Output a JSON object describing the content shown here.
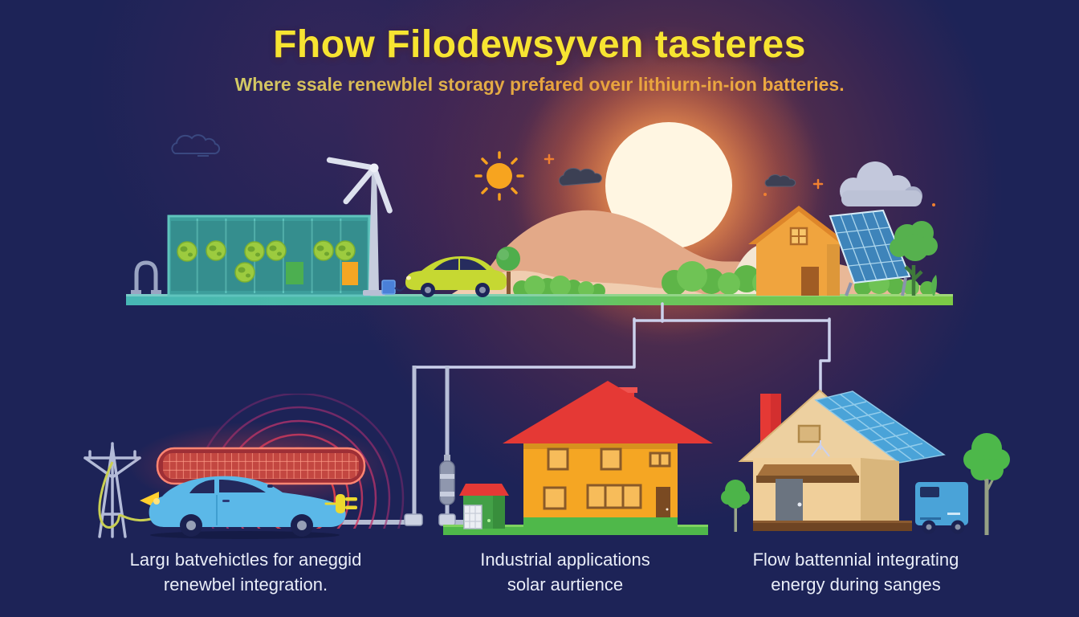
{
  "infographic": {
    "title": "Fhow Filodewsyven tasteres",
    "subtitle": "Where ssale renewblel storagy prefared oveır lithiurn-in-ion batteries.",
    "captions": [
      {
        "id": "left",
        "lines": [
          "Largı batvehictles for aneggid",
          "renewbel integration."
        ]
      },
      {
        "id": "middle",
        "lines": [
          "Industrial applications",
          "solar aurtience"
        ]
      },
      {
        "id": "right",
        "lines": [
          "Flow battennial integrating",
          "energy during sanges"
        ]
      }
    ],
    "icons": [
      "battery-container-icon",
      "wind-turbine-icon",
      "ev-charger-box-icon",
      "lime-car-icon",
      "sun-icon",
      "big-sun",
      "cloud-icon",
      "orange-house-icon",
      "solar-array-icon",
      "tree-icon",
      "transmission-tower-icon",
      "charging-cable",
      "radiator-grid-icon",
      "ev-car-blue-icon",
      "plug-icon",
      "battery-shed-icon",
      "yellow-house-icon",
      "solar-house-icon",
      "delivery-truck-icon",
      "valve-icon",
      "connection-wires"
    ],
    "palette": {
      "background_navy": "#1d2357",
      "title_yellow": "#f7e431",
      "subtitle_green_yellow": "#cfcf6b",
      "subtitle_orange": "#e8a23c",
      "caption_text": "#e9edf8",
      "ground_teal": "#47b7b5",
      "ground_green": "#7cca45",
      "sun_core": "#fff6e2",
      "sun_glow": "#ff9e55",
      "hill_tan": "#e3a988",
      "battery_container_teal": "#3d9e9c",
      "globe_green": "#9ccb3f",
      "wire_lavender": "#ccd1ec",
      "pipe_gray": "#b4bcd2",
      "radiator_red": "#c34741",
      "arc_red": "#e8454e",
      "ev_car_blue": "#5bb8e8",
      "top_car_lime": "#c6d832",
      "house_yellow": "#f5a623",
      "roof_red": "#e53935",
      "house_beige": "#f0cf9a",
      "solar_blue": "#4aa3d8",
      "truck_blue": "#4aa3d8",
      "tree_green": "#4db84a",
      "plug_yellow": "#ecd92e",
      "sparkle_orange": "#f08030"
    }
  }
}
